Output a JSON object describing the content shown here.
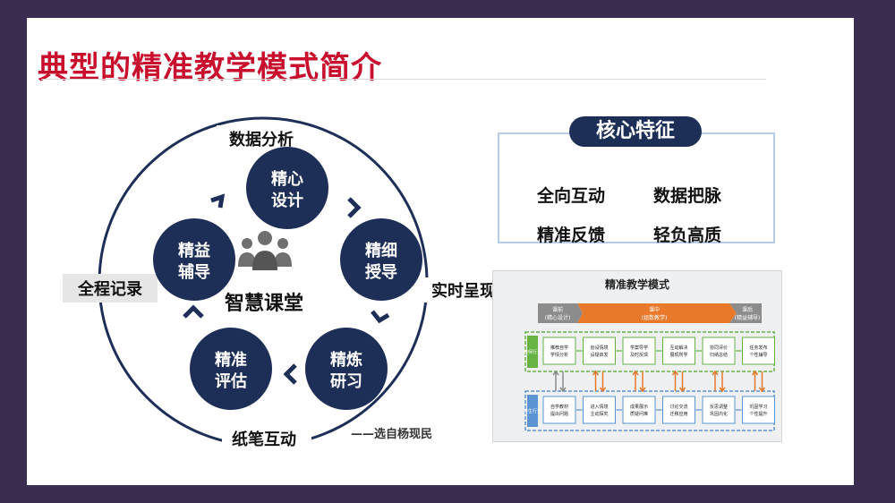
{
  "title": "典型的精准教学模式简介",
  "cycle": {
    "center_label": "智慧课堂",
    "center_icon": "people-group-icon",
    "outer_labels": {
      "top": "数据分析",
      "right": "实时呈现",
      "bottom": "纸笔互动",
      "left": "全程记录"
    },
    "nodes": [
      {
        "line1": "精心",
        "line2": "设计"
      },
      {
        "line1": "精细",
        "line2": "授导"
      },
      {
        "line1": "精炼",
        "line2": "研习"
      },
      {
        "line1": "精准",
        "line2": "评估"
      },
      {
        "line1": "精益",
        "line2": "辅导"
      }
    ],
    "colors": {
      "node": "#1e2f57",
      "ring": "#1e2f57"
    }
  },
  "core": {
    "title": "核心特征",
    "traits": [
      "全向互动",
      "数据把脉",
      "精准反馈",
      "轻负高质"
    ]
  },
  "model": {
    "title": "精准教学模式",
    "phases": [
      {
        "line1": "课前",
        "line2": "(精心设计)"
      },
      {
        "line1": "课中",
        "line2": "(组数教学)"
      },
      {
        "line1": "课后",
        "line2": "(精益辅导)"
      }
    ],
    "teacher_label": "教师行为",
    "student_label": "学生行为",
    "teacher_steps": [
      {
        "line1": "推荐自学",
        "line2": "学情分析"
      },
      {
        "line1": "创设情境",
        "line2": "设疑启发"
      },
      {
        "line1": "学案导学",
        "line2": "及时反馈"
      },
      {
        "line1": "互动解决",
        "line2": "展现所学"
      },
      {
        "line1": "协同评价",
        "line2": "归纳总结"
      },
      {
        "line1": "任务发布",
        "line2": "个性辅导"
      }
    ],
    "student_steps": [
      {
        "line1": "自学教材",
        "line2": "提出问题"
      },
      {
        "line1": "进入情境",
        "line2": "主动探究"
      },
      {
        "line1": "成果展示",
        "line2": "质疑问难"
      },
      {
        "line1": "讨论交流",
        "line2": "迁移应用"
      },
      {
        "line1": "反思调整",
        "line2": "巩固内化"
      },
      {
        "line1": "巩固学习",
        "line2": "个性提升"
      }
    ],
    "colors": {
      "orange": "#e8792a",
      "green": "#67b346",
      "blue": "#5b93d3",
      "gray": "#8c8c8c"
    }
  },
  "credit": "——选自杨现民"
}
